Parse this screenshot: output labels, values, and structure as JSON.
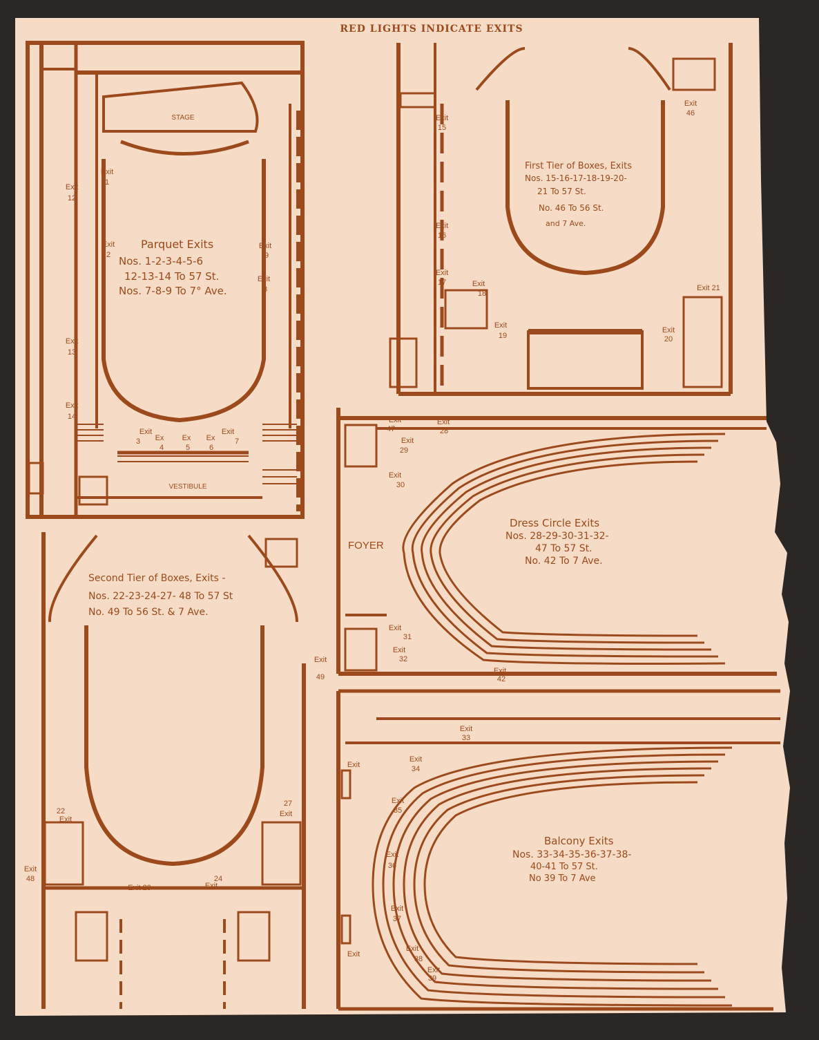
{
  "colors": {
    "ink": "#9c4a1c",
    "paper": "#f6dcc6",
    "background": "#2b2725"
  },
  "header": "RED LIGHTS INDICATE EXITS",
  "parquet": {
    "stage": "STAGE",
    "vestibule": "VESTIBULE",
    "caption": [
      "Parquet Exits",
      "Nos. 1-2-3-4-5-6",
      "12-13-14 To 57 St.",
      "Nos. 7-8-9 To 7° Ave."
    ],
    "exits": [
      {
        "label": "Exit",
        "num": "1"
      },
      {
        "label": "Exit",
        "num": "12"
      },
      {
        "label": "Exit",
        "num": "2"
      },
      {
        "label": "Exit",
        "num": "9"
      },
      {
        "label": "Exit",
        "num": "8"
      },
      {
        "label": "Exit",
        "num": "13"
      },
      {
        "label": "Exit",
        "num": "14"
      },
      {
        "label": "Exit",
        "num": "3"
      },
      {
        "label": "Ex",
        "num": "4"
      },
      {
        "label": "Ex",
        "num": "5"
      },
      {
        "label": "Ex",
        "num": "6"
      },
      {
        "label": "Exit",
        "num": "7"
      }
    ]
  },
  "first_tier": {
    "caption": [
      "First Tier of Boxes, Exits",
      "Nos. 15-16-17-18-19-20-",
      "21 To 57 St.",
      "No. 46 To 56 St.",
      "and 7 Ave."
    ],
    "exits": [
      {
        "label": "Exit",
        "num": "15"
      },
      {
        "label": "Exit",
        "num": "16"
      },
      {
        "label": "Exit",
        "num": "17"
      },
      {
        "label": "Exit",
        "num": "18"
      },
      {
        "label": "Exit",
        "num": "19"
      },
      {
        "label": "Exit",
        "num": "46"
      },
      {
        "label": "Exit 21",
        "num": ""
      },
      {
        "label": "Exit",
        "num": "20"
      }
    ]
  },
  "dress_circle": {
    "foyer": "FOYER",
    "caption": [
      "Dress Circle Exits",
      "Nos. 28-29-30-31-32-",
      "47 To 57 St.",
      "No. 42 To 7 Ave."
    ],
    "exits": [
      {
        "label": "Exit",
        "num": "47"
      },
      {
        "label": "Exit",
        "num": "28"
      },
      {
        "label": "Exit",
        "num": "29"
      },
      {
        "label": "Exit",
        "num": "30"
      },
      {
        "label": "Exit",
        "num": "31"
      },
      {
        "label": "Exit",
        "num": "32"
      },
      {
        "label": "Exit",
        "num": "42"
      }
    ]
  },
  "second_tier": {
    "caption": [
      "Second Tier of Boxes, Exits -",
      "Nos. 22-23-24-27- 48 To 57 St",
      "No. 49 To 56 St. & 7 Ave."
    ],
    "exits": [
      {
        "label": "Exit",
        "num": "49"
      },
      {
        "label": "Exit",
        "num": "22"
      },
      {
        "label": "Exit",
        "num": "27"
      },
      {
        "label": "Exit",
        "num": "48"
      },
      {
        "label": "Exit 23",
        "num": ""
      },
      {
        "label": "Exit",
        "num": "24"
      }
    ]
  },
  "balcony": {
    "caption": [
      "Balcony Exits",
      "Nos. 33-34-35-36-37-38-",
      "40-41 To 57 St.",
      "No 39 To 7 Ave"
    ],
    "exits": [
      {
        "label": "Exit",
        "num": "33"
      },
      {
        "label": "Exit",
        "num": "34"
      },
      {
        "label": "Exit",
        "num": ""
      },
      {
        "label": "Exit",
        "num": "35"
      },
      {
        "label": "Exit",
        "num": "36"
      },
      {
        "label": "Exit",
        "num": "37"
      },
      {
        "label": "Exit",
        "num": "38"
      },
      {
        "label": "Exit",
        "num": ""
      },
      {
        "label": "Exit",
        "num": "39"
      }
    ]
  }
}
